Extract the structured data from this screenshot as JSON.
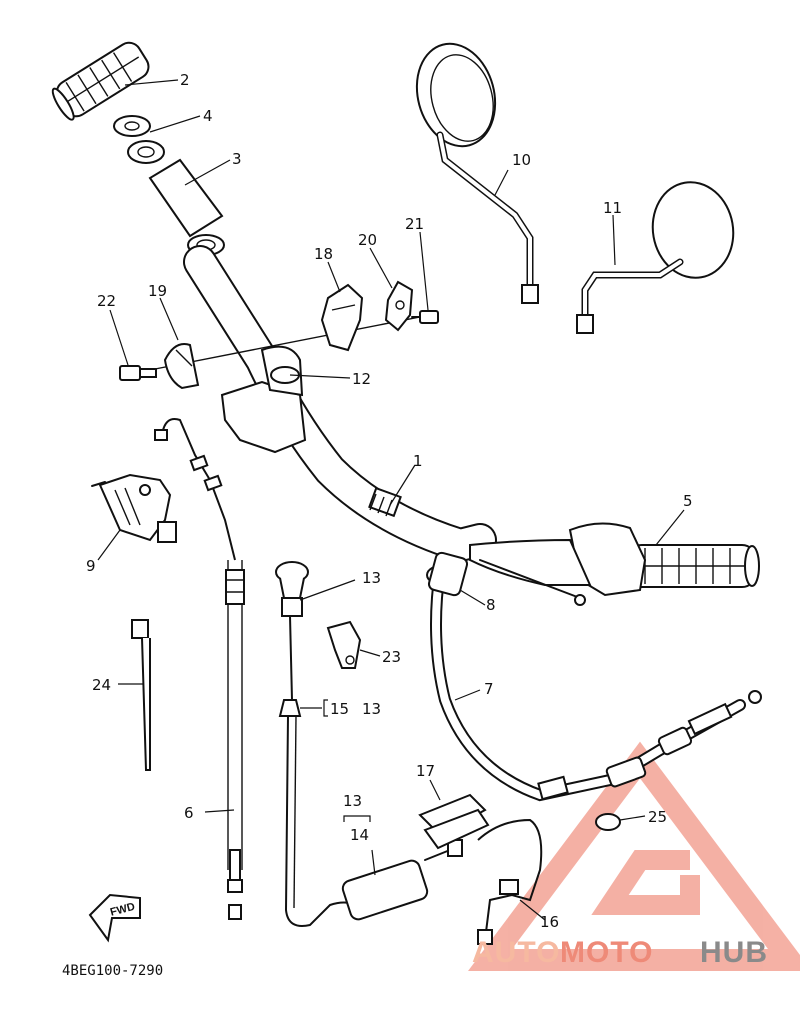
{
  "callouts": [
    {
      "id": "c1",
      "text": "1"
    },
    {
      "id": "c2",
      "text": "2"
    },
    {
      "id": "c3",
      "text": "3"
    },
    {
      "id": "c4",
      "text": "4"
    },
    {
      "id": "c5",
      "text": "5"
    },
    {
      "id": "c6",
      "text": "6"
    },
    {
      "id": "c7",
      "text": "7"
    },
    {
      "id": "c8",
      "text": "8"
    },
    {
      "id": "c9",
      "text": "9"
    },
    {
      "id": "c10",
      "text": "10"
    },
    {
      "id": "c11",
      "text": "11"
    },
    {
      "id": "c12",
      "text": "12"
    },
    {
      "id": "c13a",
      "text": "13"
    },
    {
      "id": "c13b",
      "text": "13"
    },
    {
      "id": "c13c",
      "text": "13"
    },
    {
      "id": "c14",
      "text": "14"
    },
    {
      "id": "c15",
      "text": "15"
    },
    {
      "id": "c16",
      "text": "16"
    },
    {
      "id": "c17",
      "text": "17"
    },
    {
      "id": "c18",
      "text": "18"
    },
    {
      "id": "c19",
      "text": "19"
    },
    {
      "id": "c20",
      "text": "20"
    },
    {
      "id": "c21",
      "text": "21"
    },
    {
      "id": "c22",
      "text": "22"
    },
    {
      "id": "c23",
      "text": "23"
    },
    {
      "id": "c24",
      "text": "24"
    },
    {
      "id": "c25",
      "text": "25"
    }
  ],
  "diagram_code": "4BEG100-7290",
  "fwd_label": "FWD",
  "watermark": {
    "part1": "AUTO",
    "part2": "MOTO",
    "part3": "HUB",
    "logo_color": "#f08a7e"
  }
}
